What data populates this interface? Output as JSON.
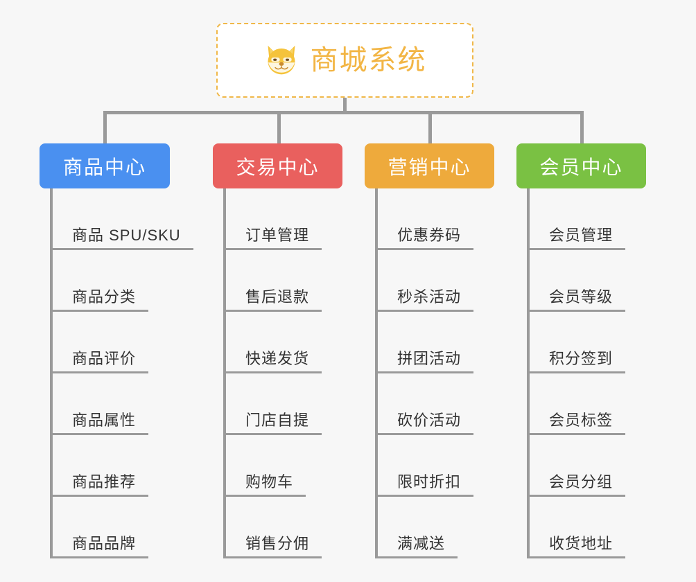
{
  "page": {
    "background_color": "#f7f7f7",
    "type": "org-chart"
  },
  "root": {
    "title": "商城系统",
    "icon": "shiba-dog-icon",
    "border_color": "#f0b849",
    "text_color": "#f2b544"
  },
  "connector_color": "#9a9a9a",
  "columns": [
    {
      "id": "product-center",
      "label": "商品中心",
      "color": "#4a90f0",
      "items": [
        "商品 SPU/SKU",
        "商品分类",
        "商品评价",
        "商品属性",
        "商品推荐",
        "商品品牌"
      ]
    },
    {
      "id": "trade-center",
      "label": "交易中心",
      "color": "#e9605e",
      "items": [
        "订单管理",
        "售后退款",
        "快递发货",
        "门店自提",
        "购物车",
        "销售分佣"
      ]
    },
    {
      "id": "marketing-center",
      "label": "营销中心",
      "color": "#eeaa3c",
      "items": [
        "优惠券码",
        "秒杀活动",
        "拼团活动",
        "砍价活动",
        "限时折扣",
        "满减送"
      ]
    },
    {
      "id": "member-center",
      "label": "会员中心",
      "color": "#7ac143",
      "items": [
        "会员管理",
        "会员等级",
        "积分签到",
        "会员标签",
        "会员分组",
        "收货地址"
      ]
    }
  ]
}
